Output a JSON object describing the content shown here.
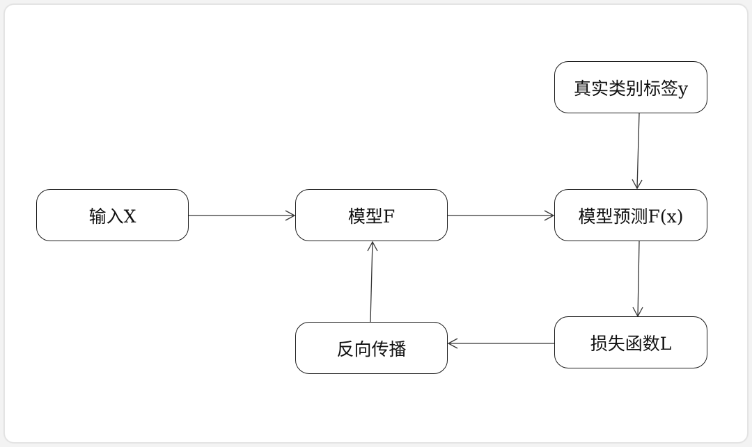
{
  "diagram": {
    "nodes": {
      "input": "输入X",
      "model": "模型F",
      "prediction": "模型预测F(x)",
      "true_label": "真实类别标签y",
      "loss": "损失函数L",
      "backprop": "反向传播"
    },
    "edges": [
      {
        "from": "input",
        "to": "model"
      },
      {
        "from": "model",
        "to": "prediction"
      },
      {
        "from": "true_label",
        "to": "prediction"
      },
      {
        "from": "prediction",
        "to": "loss"
      },
      {
        "from": "loss",
        "to": "backprop"
      },
      {
        "from": "backprop",
        "to": "model"
      }
    ],
    "colors": {
      "stroke": "#1a1a1a",
      "arrow": "#333333",
      "background": "#ffffff"
    }
  }
}
